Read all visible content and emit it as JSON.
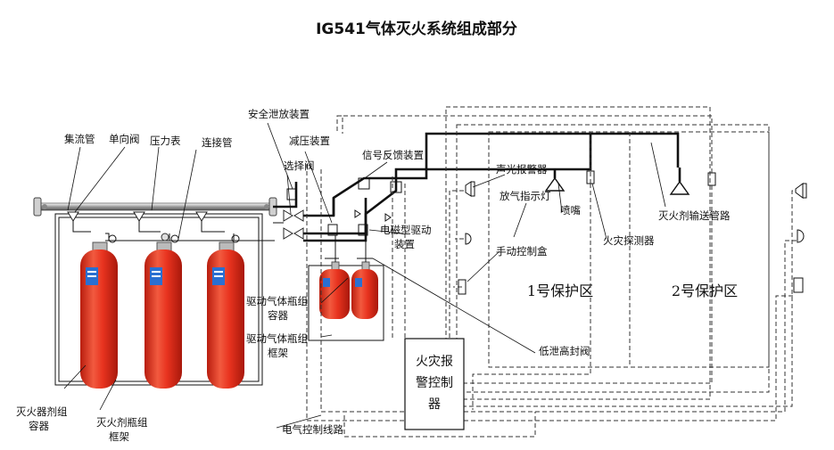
{
  "title": "IG541气体灭火系统组成部分",
  "labels": {
    "manifold": "集流管",
    "check_valve": "单向阀",
    "pressure_gauge": "压力表",
    "connecting_pipe": "连接管",
    "safety_relief": "安全泄放装置",
    "pressure_reducer": "减压装置",
    "selector_valve": "选择阀",
    "signal_feedback": "信号反馈装置",
    "alarm": "声光报警器",
    "discharge_lamp": "放气指示灯",
    "nozzle": "喷嘴",
    "pipe_network": "灭火剂输送管路",
    "solenoid_line1": "电磁型驱动",
    "solenoid_line2": "装置",
    "manual_box": "手动控制盒",
    "detector": "火灾探测器",
    "zone1": "1号保护区",
    "zone2": "2号保护区",
    "drive_cyl_line1": "驱动气体瓶组",
    "drive_cyl_line2": "容器",
    "drive_frame_line1": "驱动气体瓶组",
    "drive_frame_line2": "框架",
    "low_leak_valve": "低泄高封阀",
    "controller_line1": "火灾报",
    "controller_line2": "警控制",
    "controller_line3": "器",
    "agent_cyl_line1": "灭火器剂组",
    "agent_cyl_line2": "容器",
    "agent_frame_line1": "灭火剂瓶组",
    "agent_frame_line2": "框架",
    "electric_line": "电气控制线路"
  },
  "colors": {
    "cylinder": "#e8331f",
    "cylinder_dark": "#b81d0e",
    "label_blue": "#2a6fd1",
    "line": "#111111"
  }
}
